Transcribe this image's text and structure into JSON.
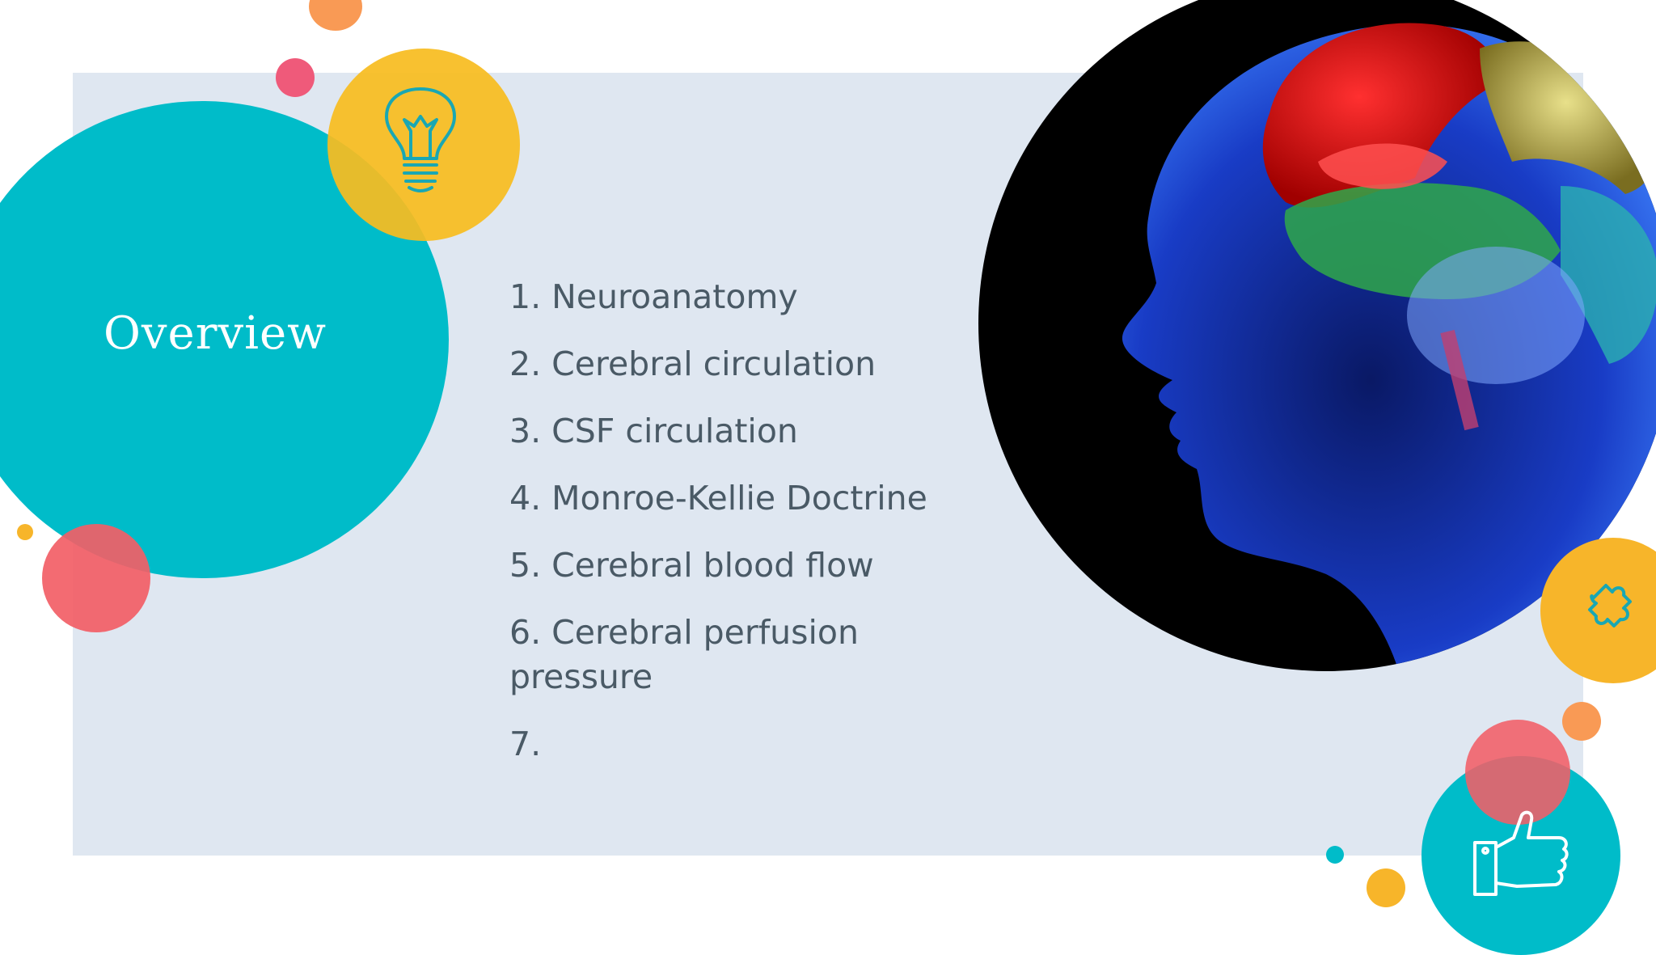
{
  "slide": {
    "title": "Overview",
    "topics": [
      "1. Neuroanatomy",
      "2. Cerebral circulation",
      "3. CSF circulation",
      "4. Monroe-Kellie Doctrine",
      "5. Cerebral blood flow",
      "6. Cerebral perfusion pressure",
      "7."
    ]
  },
  "icons": {
    "bulb": "lightbulb-icon",
    "puzzle": "puzzle-piece-icon",
    "thumb": "thumbs-up-icon",
    "brain": "brain-head-illustration"
  },
  "colors": {
    "teal": "#00bcc9",
    "yellow": "#f7bc20",
    "coral": "#f25e66",
    "pink": "#ef5a7a",
    "orange": "#f99a55",
    "panel": "#dfe7f1",
    "text": "#4a5a66"
  }
}
